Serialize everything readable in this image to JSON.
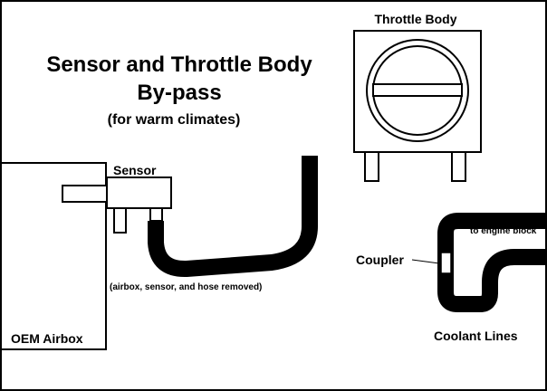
{
  "title": {
    "line1": "Sensor and Throttle Body",
    "line2": "By-pass",
    "line3": "(for warm climates)"
  },
  "labels": {
    "throttle_body": "Throttle Body",
    "sensor": "Sensor",
    "oem_airbox": "OEM Airbox",
    "removed_note": "(airbox, sensor, and hose removed)",
    "coupler": "Coupler",
    "to_engine_block": "to engine block",
    "coolant_lines": "Coolant Lines"
  },
  "colors": {
    "line": "#000000",
    "background": "#ffffff"
  }
}
